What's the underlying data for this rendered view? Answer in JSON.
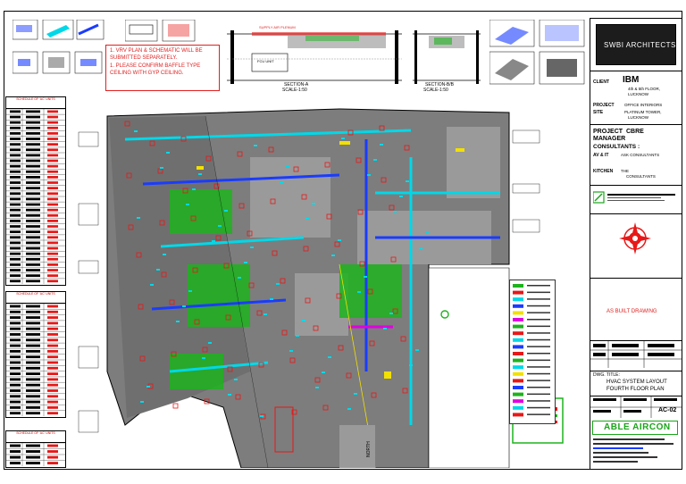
{
  "notes": {
    "line1": "1. VRV PLAN & SCHEMATIC WILL BE SUBMITTED SEPARATELY.",
    "line2": "1. PLEASE CONFIRM BAFFLE TYPE CEILING WITH GYP CEILING."
  },
  "sections": {
    "a_label": "SECTION-A",
    "a_scale": "SCALE-1:50",
    "b_label": "SECTION-B/B",
    "b_scale": "SCALE-1:50"
  },
  "title_block": {
    "logo_text": "SWBI ARCHITECTS",
    "client_label": "CLIENT",
    "client_name": "IBM",
    "client_addr1": "4th & 5th FLOOR,",
    "client_addr2": "LUCKNOW",
    "project_label": "PROJECT",
    "project_value": "OFFICE INTERIORS",
    "site_label": "SITE",
    "site_value1": "PLATINUM TOWER,",
    "site_value2": "LUCKNOW",
    "pm_label": "PROJECT",
    "pm_label2": "MANAGER",
    "pm_value": "CBRE",
    "consultants_label": "CONSULTANTS :",
    "av_label": "AV & IT",
    "av_value": "ASK CONSULTANTS",
    "kitchen_label": "KITCHEN",
    "kitchen_value1": "THE",
    "kitchen_value2": "CONSULTANTS",
    "as_built": "AS BUILT DRAWING",
    "dwg_title_label": "DWG. TITLE:",
    "dwg_title1": "HVAC SYSTEM LAYOUT",
    "dwg_title2": "FOURTH FLOOR PLAN",
    "drawing_no": "AC-02",
    "contractor": "ABLE AIRCON"
  },
  "plan": {
    "north_label": "NORTH"
  },
  "colors": {
    "note_red": "#e02020",
    "duct_green": "#1db31d",
    "duct_cyan": "#00d8e8",
    "duct_blue": "#1a3cff",
    "duct_red": "#e81818",
    "duct_magenta": "#e000e0",
    "duct_yellow": "#f2e000",
    "wall_gray": "#8a8a8a",
    "logo_bg": "#1c1c1c",
    "as_built_red": "#e02020",
    "contractor_green": "#19a519"
  },
  "icons": [
    "compass-north-icon",
    "logo-mark-icon"
  ]
}
